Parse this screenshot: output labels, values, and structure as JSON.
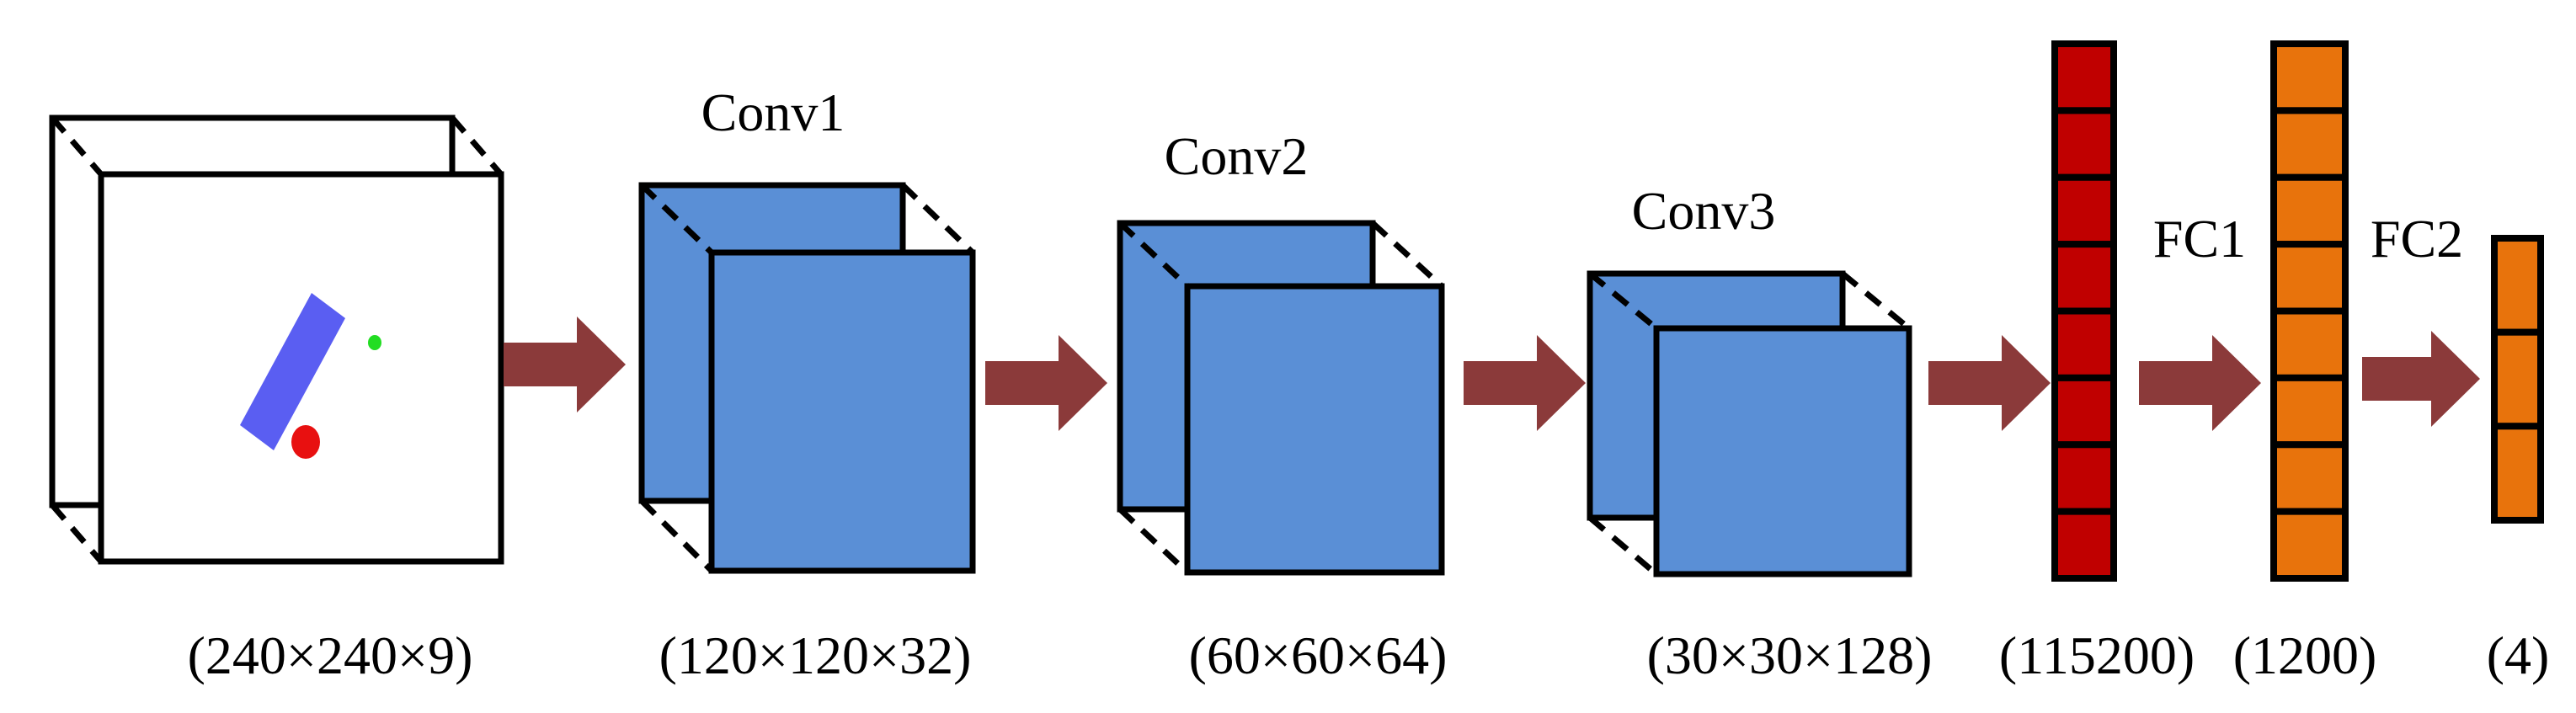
{
  "colors": {
    "input_face": "#ffffff",
    "conv_face": "#5a8fd6",
    "fc_large": "#c00000",
    "fc_mid": "#e8730c",
    "fc_small": "#e8730c",
    "arrow": "#8b3a3a",
    "outline": "#000000",
    "scene_bar": "#5a5ef2",
    "scene_ball": "#e81010",
    "scene_dot": "#22dd22"
  },
  "layers": [
    {
      "name": "input",
      "label": "",
      "dims": "(240×240×9)"
    },
    {
      "name": "conv1",
      "label": "Conv1",
      "dims": "(120×120×32)"
    },
    {
      "name": "conv2",
      "label": "Conv2",
      "dims": "(60×60×64)"
    },
    {
      "name": "conv3",
      "label": "Conv3",
      "dims": "(30×30×128)"
    },
    {
      "name": "flatten",
      "label": "",
      "dims": "(115200)",
      "cells": 8
    },
    {
      "name": "fc1",
      "label": "FC1",
      "dims": "(1200)",
      "cells": 8
    },
    {
      "name": "fc2",
      "label": "FC2",
      "dims": "(4)",
      "cells": 3
    }
  ]
}
